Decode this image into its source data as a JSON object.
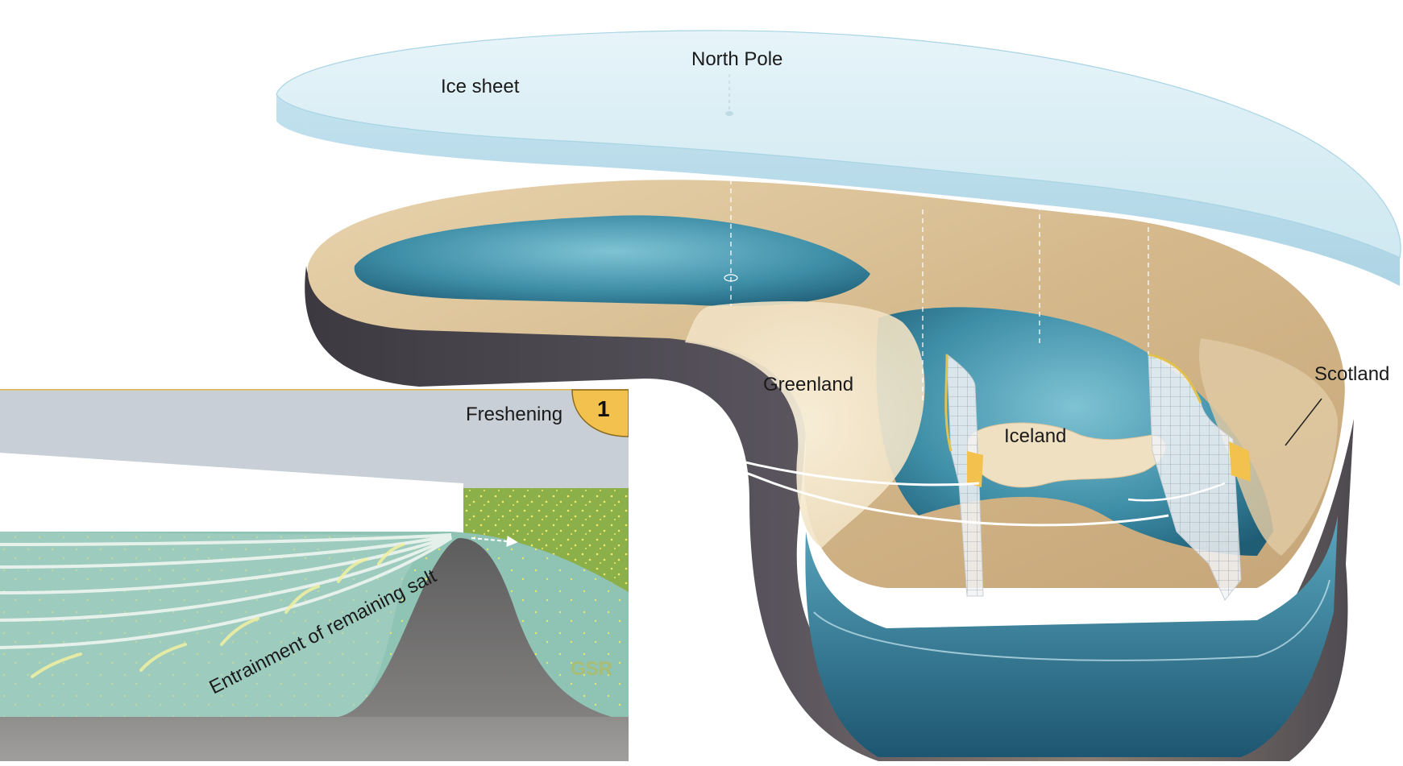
{
  "labels": {
    "ice_sheet": "Ice sheet",
    "north_pole": "North Pole",
    "greenland": "Greenland",
    "iceland": "Iceland",
    "scotland": "Scotland",
    "freshening": "Freshening",
    "step_number": "1",
    "entrainment": "Entrainment of remaining salt",
    "gsr": "GSR"
  },
  "colors": {
    "ice": "#cfe9f3",
    "ocean": "#3f8fa8",
    "land": "#d8bf95",
    "basin_wall": "#4f4c52",
    "inset_freshwater": "#c9cfd6",
    "inset_water": "#8fc4b4",
    "inset_saltwater": "#8bb04a",
    "ridge": "#6d6c6b",
    "accent": "#f2c14e"
  }
}
